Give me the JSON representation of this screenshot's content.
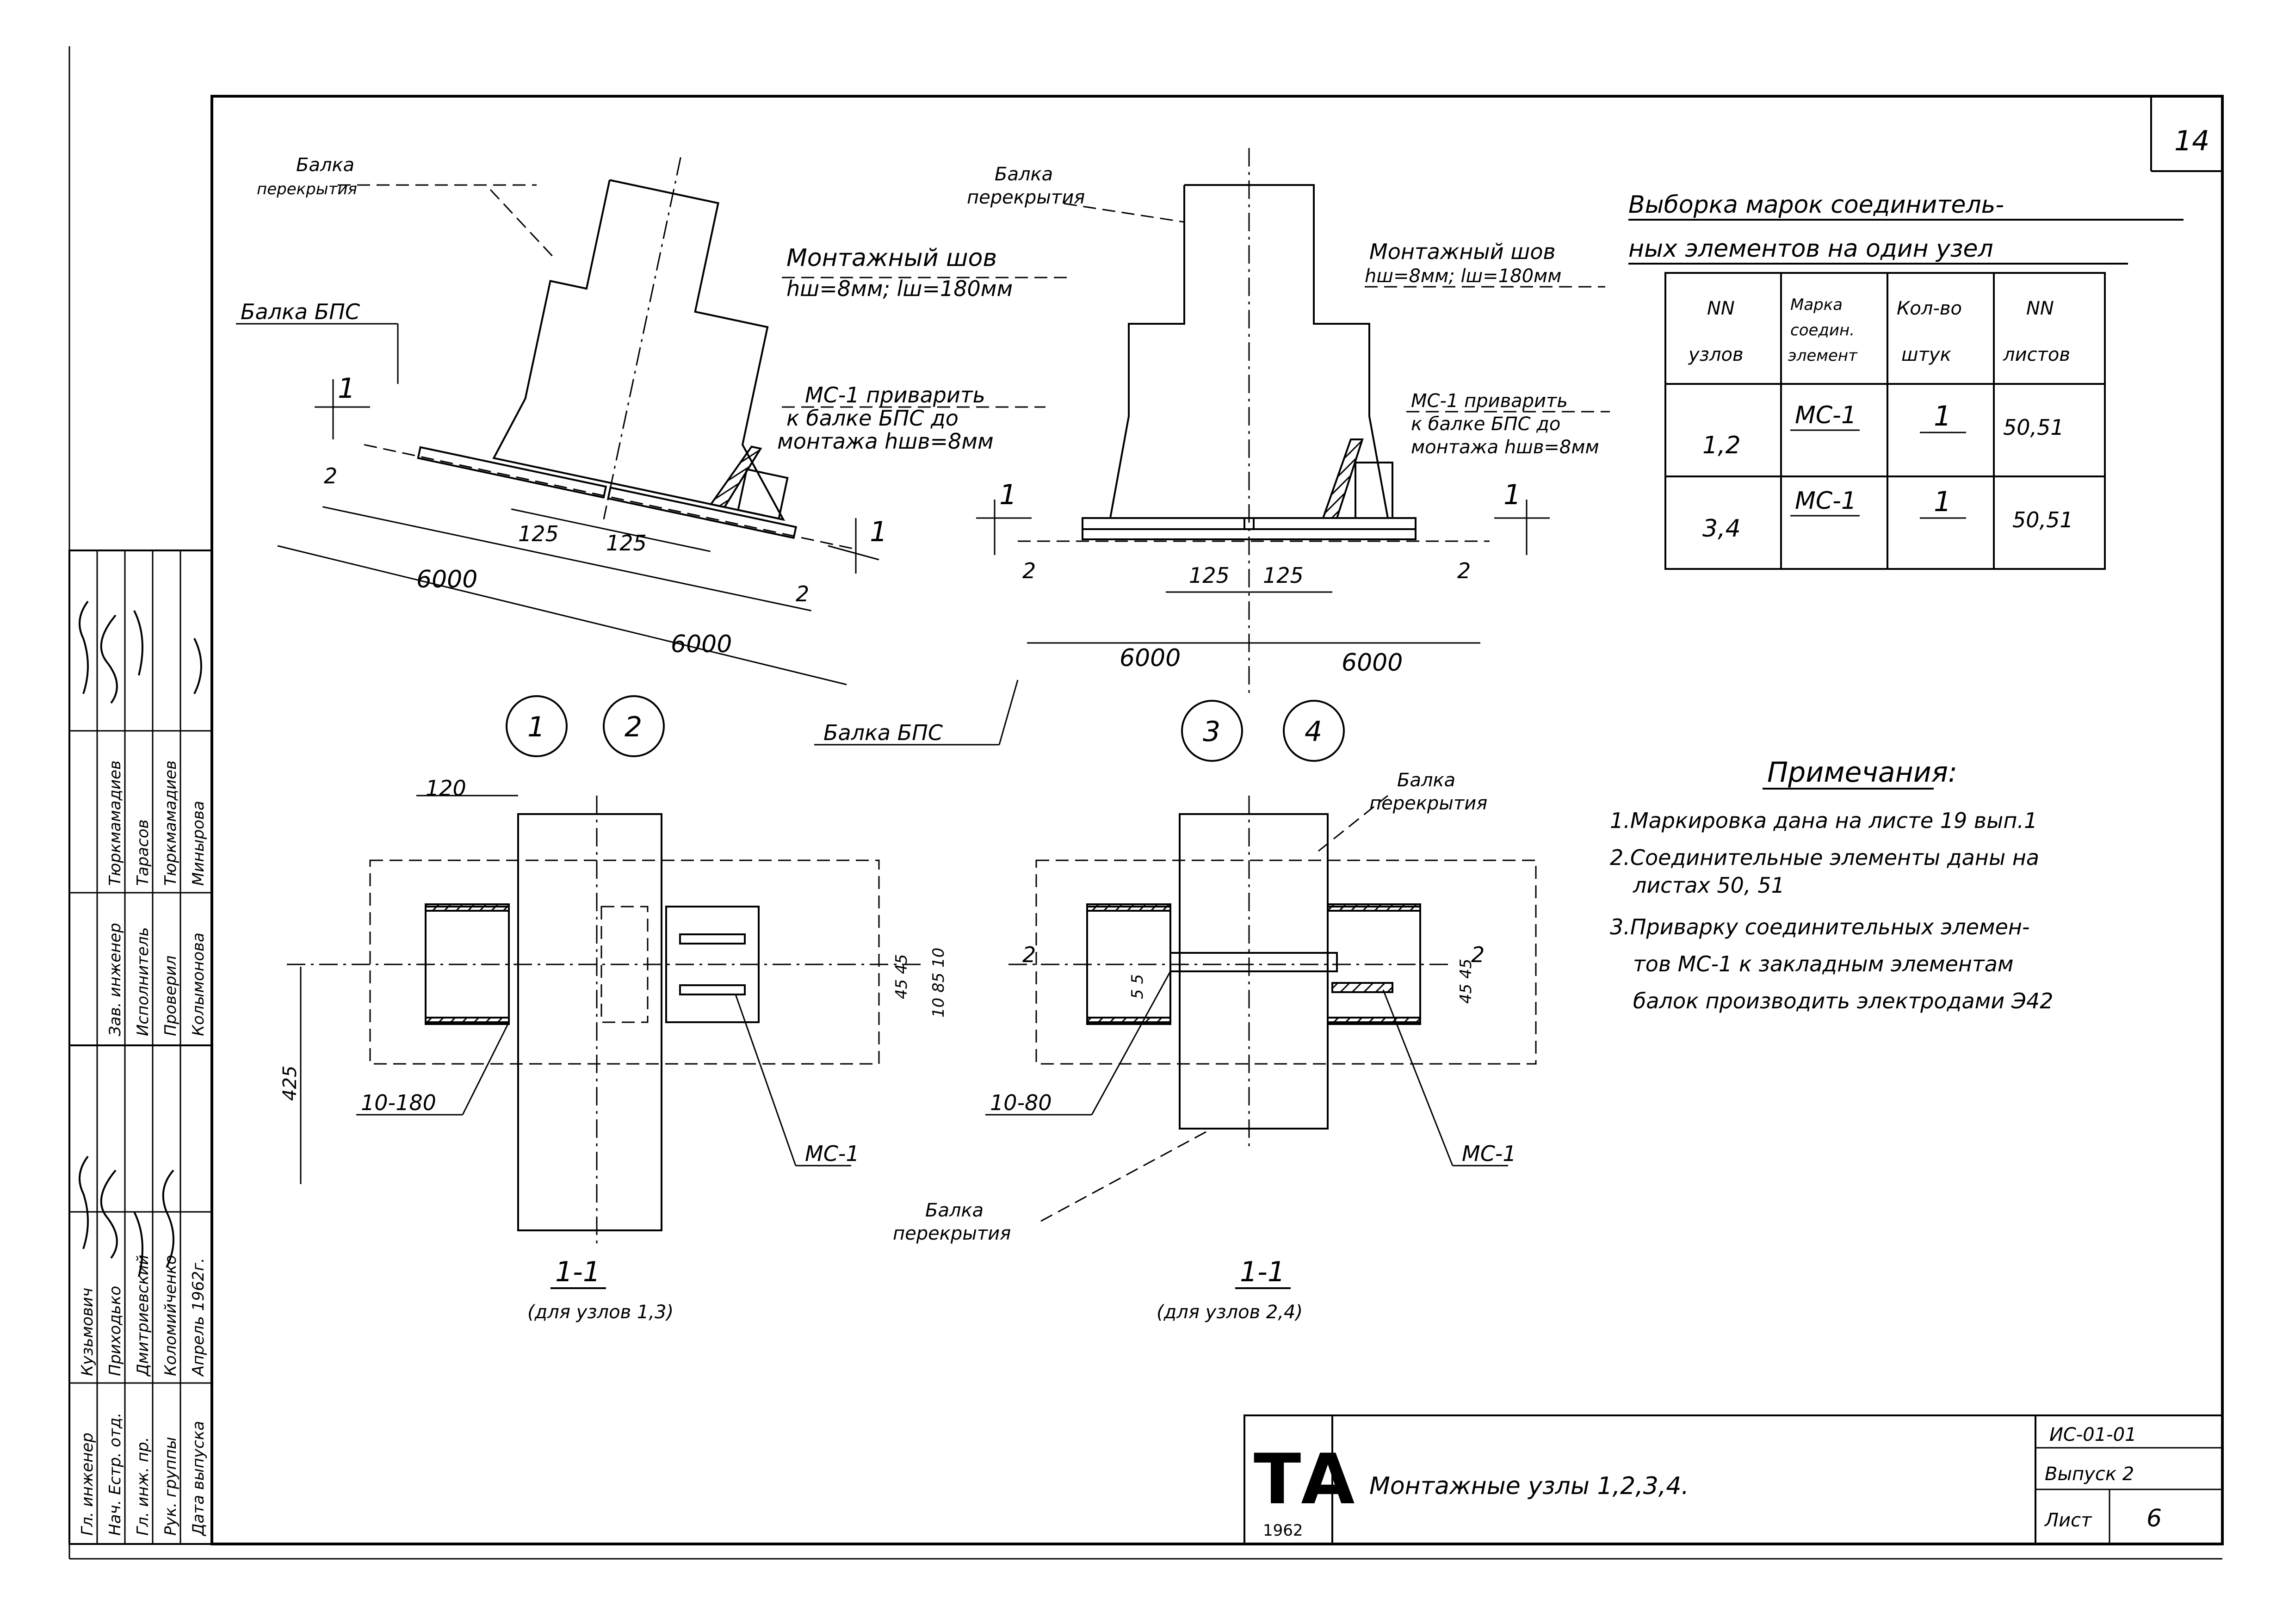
{
  "sheet_corner_number": "14",
  "labels": {
    "beam_floor_left": [
      "Балка",
      "перекрытия"
    ],
    "beam_floor_right": [
      "Балка",
      "перекрытия"
    ],
    "beam_floor_plan_right": [
      "Балка",
      "перекрытия"
    ],
    "beam_floor_plan_bottom": [
      "Балка",
      "перекрытия"
    ],
    "beam_bps_left": "Балка БПС",
    "beam_bps_center": "Балка БПС",
    "weld_left": [
      "Монтажный шов",
      "hш=8мм; lш=180мм"
    ],
    "weld_right": [
      "Монтажный шов",
      "hш=8мм; lш=180мм"
    ],
    "mc_weld_left": [
      "МС-1 приварить",
      "к балке БПС до",
      "монтажа hшв=8мм"
    ],
    "mc_weld_right": [
      "МС-1 приварить",
      "к балке БПС до",
      "монтажа hшв=8мм"
    ],
    "mc1": "МС-1",
    "plate_left": "10-180",
    "plate_right": "10-80"
  },
  "dimensions": {
    "d125": "125",
    "d6000": "6000",
    "d120": "120",
    "d425": "425",
    "d45_45": "45 45",
    "d10_85_10": "10 85 10",
    "d5_5": "5 5",
    "sec1": "1",
    "sec2": "2"
  },
  "nodes": [
    "1",
    "2",
    "3",
    "4"
  ],
  "section_titles": {
    "left": "1-1",
    "left_sub": "(для узлов 1,3)",
    "right": "1-1",
    "right_sub": "(для узлов 2,4)"
  },
  "selection_table": {
    "title_line1": "Выборка марок соединитель-",
    "title_line2": "ных элементов на один узел",
    "headers": [
      [
        "NN",
        "узлов"
      ],
      [
        "Марка",
        "соедин.",
        "элемент"
      ],
      [
        "Кол-во",
        "штук"
      ],
      [
        "NN",
        "листов"
      ]
    ],
    "rows": [
      {
        "nodes": "1,2",
        "mark": "МС-1",
        "qty": "1",
        "sheets": "50,51"
      },
      {
        "nodes": "3,4",
        "mark": "МС-1",
        "qty": "1",
        "sheets": "50,51"
      }
    ]
  },
  "notes": {
    "title": "Примечания:",
    "items": [
      "1.Маркировка дана на листе 19 вып.1",
      "2.Соединительные элементы даны на",
      "листах 50, 51",
      "3.Приварку соединительных элемен-",
      "тов МС-1 к закладным элементам",
      "балок производить электродами Э42"
    ]
  },
  "signatures": {
    "roles": [
      "Гл. инженер",
      "Нач. Естр. отд.",
      "Гл. инж. пр.",
      "Рук. группы",
      "Дата выпуска"
    ],
    "names": [
      "Кузьмович",
      "Приходько",
      "Дмитриевский",
      "Коломийченко",
      "Апрель 1962г."
    ],
    "roles2": [
      "Зав. инженер",
      "Исполнитель",
      "Проверил",
      ""
    ],
    "names2": [
      "Тюркмамадиев",
      "Тарасов",
      "Тюркмамадиев",
      "Минырова",
      "Колымонова"
    ]
  },
  "title_block": {
    "logo_letters": "ТА",
    "logo_year": "1962",
    "title": "Монтажные узлы 1,2,3,4.",
    "code": "ИС-01-01",
    "issue_label": "Выпуск 2",
    "sheet_label": "Лист",
    "sheet_number": "6"
  }
}
